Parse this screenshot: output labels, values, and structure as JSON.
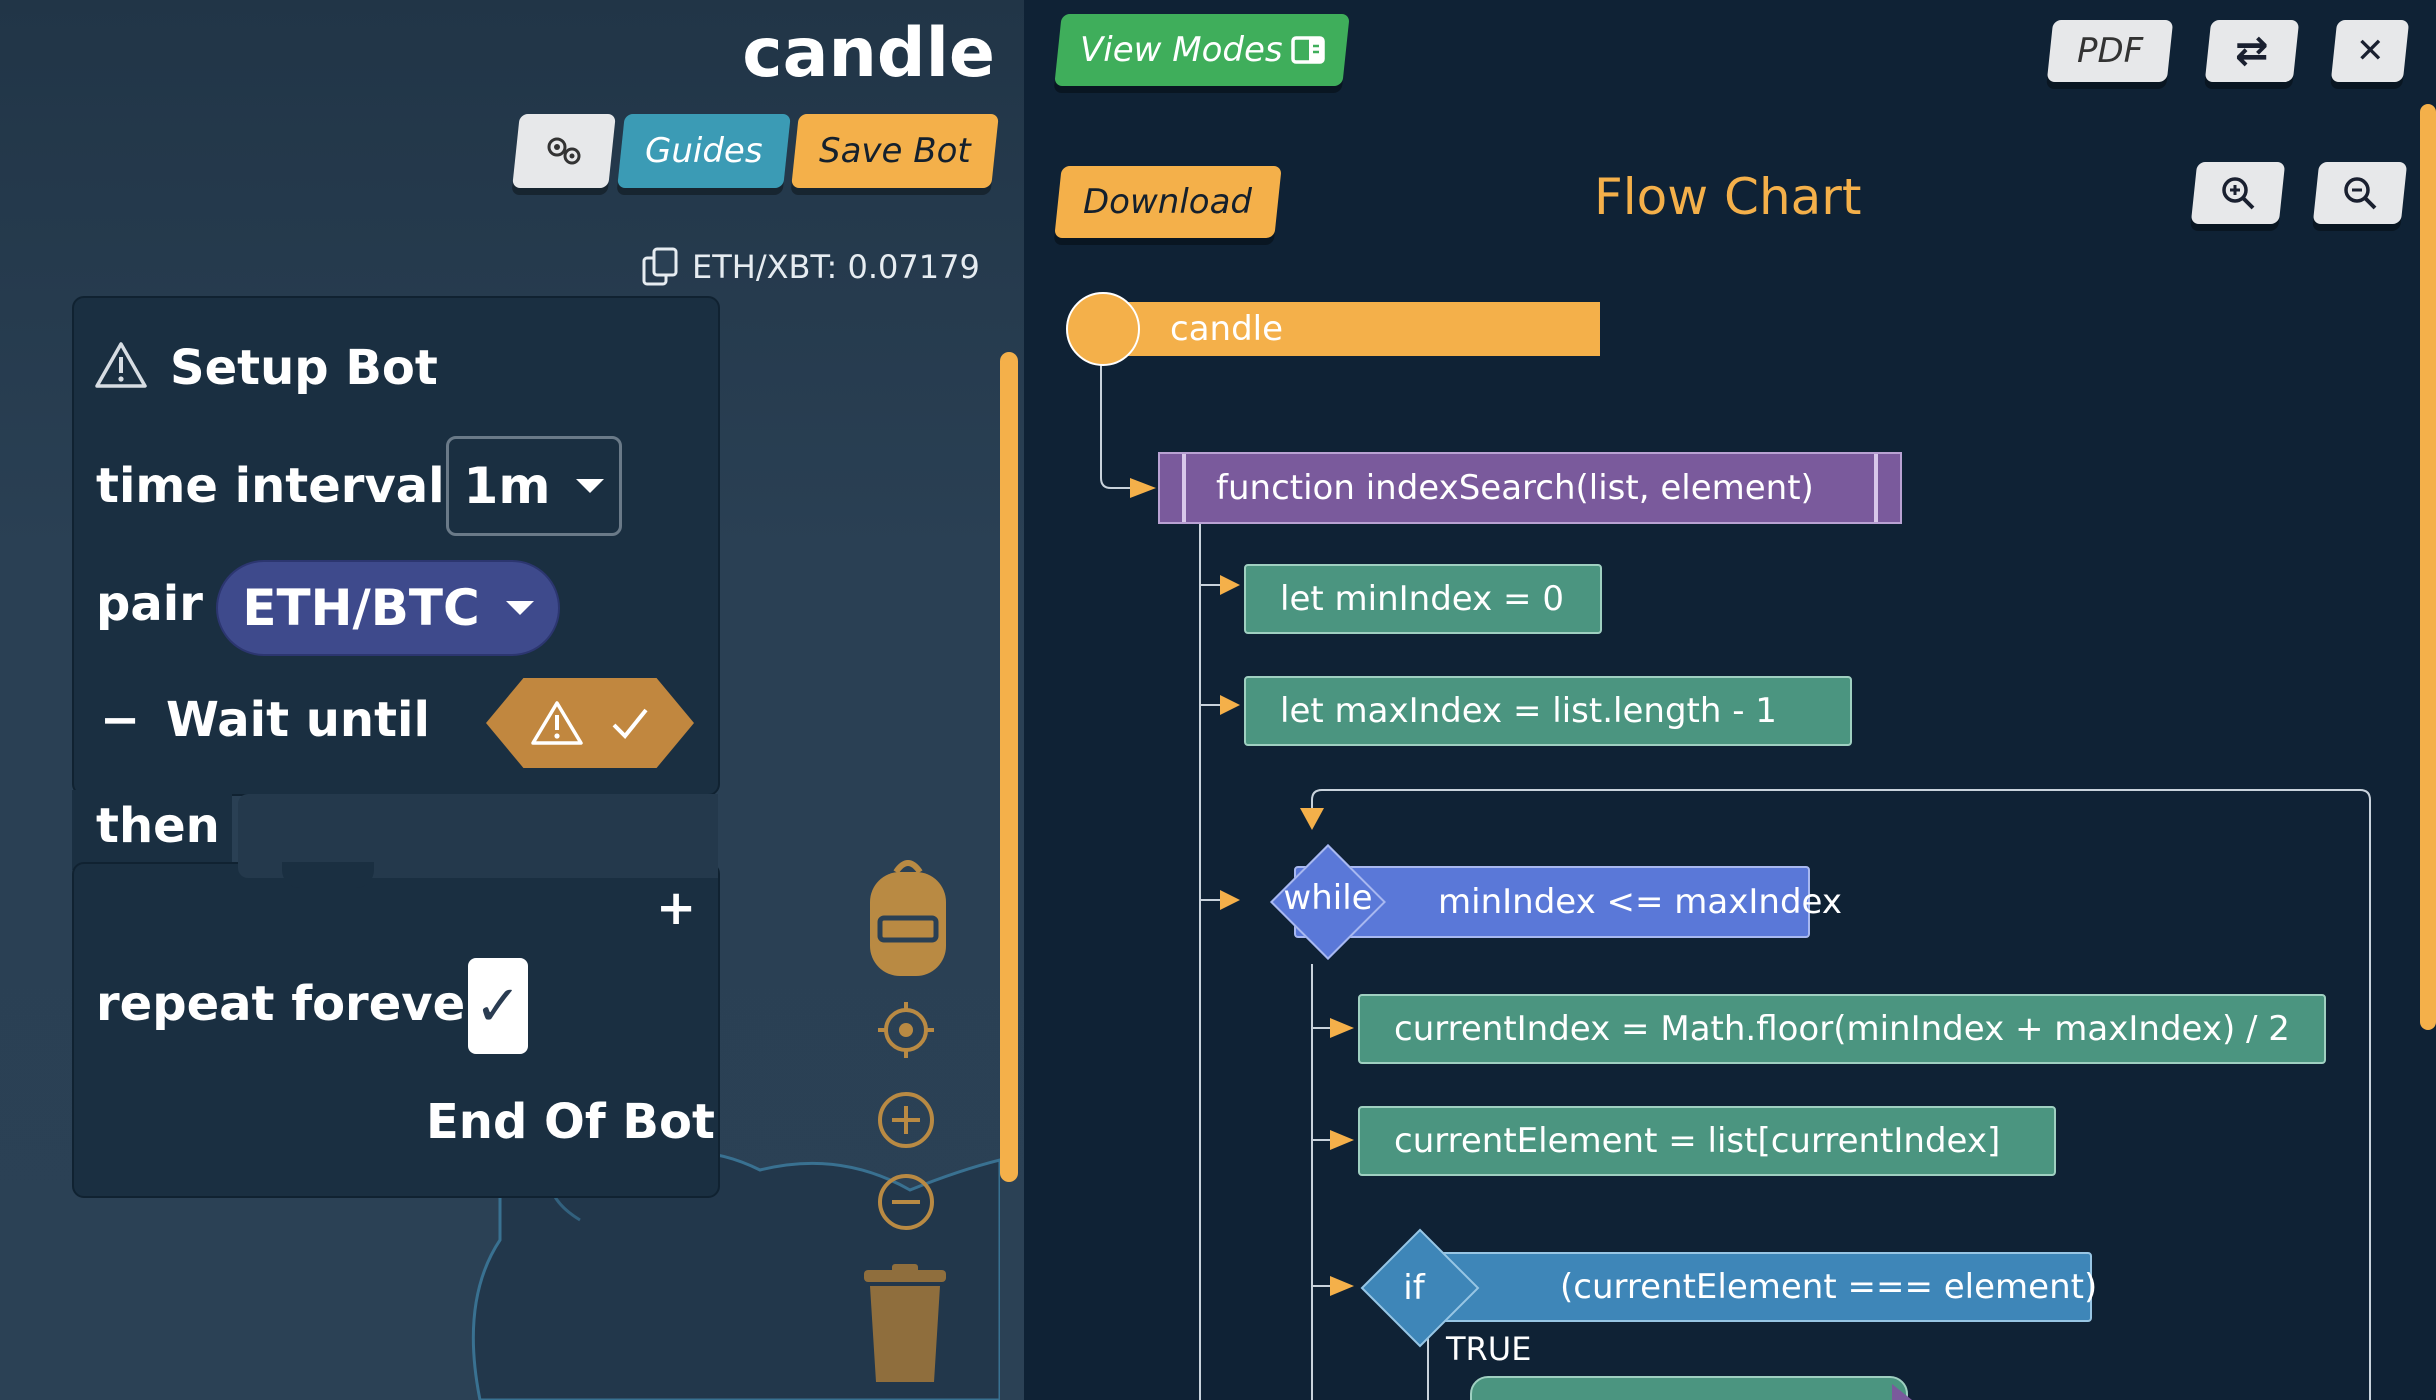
{
  "workspace": {
    "bot_name": "candle",
    "buttons": {
      "guides": "Guides",
      "save_bot": "Save Bot"
    },
    "price_ticker": "ETH/XBT: 0.07179",
    "setup_block": {
      "title": "Setup Bot",
      "time_interval_label": "time interval",
      "time_interval_value": "1m",
      "pair_label": "pair",
      "pair_value": "ETH/BTC",
      "minus": "−",
      "wait_until_label": "Wait until",
      "then_label": "then",
      "plus": "+",
      "repeat_forever_label": "repeat forever",
      "repeat_forever_checked": true,
      "end_label": "End Of Bot"
    }
  },
  "flowchart": {
    "title": "Flow Chart",
    "buttons": {
      "view_modes": "View Modes",
      "download": "Download",
      "pdf": "PDF",
      "swap": "⇄",
      "close": "✕"
    },
    "nodes": {
      "start": "candle",
      "function": "function indexSearch(list, element)",
      "let_min": "let minIndex = 0",
      "let_max": "let maxIndex = list.length - 1",
      "while_keyword": "while",
      "while_cond": "minIndex <= maxIndex",
      "current_index": "currentIndex = Math.floor(minIndex + maxIndex) / 2",
      "current_element": "currentElement = list[currentIndex]",
      "if_keyword": "if",
      "if_cond": "(currentElement === element)",
      "true_label": "TRUE"
    }
  },
  "colors": {
    "accent_orange": "#f4b04a",
    "guides_blue": "#3b9bb5",
    "view_modes_green": "#3fae5b",
    "function_purple": "#7a5a9c",
    "statement_green": "#4b9580",
    "while_blue": "#5a78d8",
    "if_blue": "#3e86b8",
    "pair_indigo": "#3e4a8c",
    "warning_hex": "#c1873f"
  }
}
